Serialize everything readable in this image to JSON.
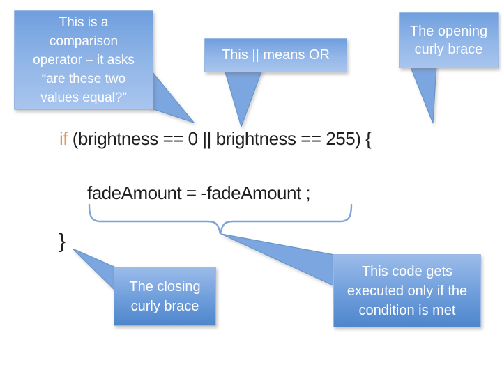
{
  "colors": {
    "callout_top_gradient_start": "#6F9FDE",
    "callout_top_gradient_end": "#A8C5EE",
    "callout_bottom_gradient_start": "#9BBCEA",
    "callout_bottom_gradient_end": "#4E86CC",
    "callout_border": "#9BB8E2",
    "pointer_fill": "#7CA6DF",
    "brace_stroke": "#7DA5D8",
    "code_text": "#1F1F1F",
    "keyword_orange": "#E0965A",
    "callout_text": "#FFFFFF",
    "background": "#FFFFFF"
  },
  "callouts": {
    "comparison": {
      "text": "This is a\ncomparison\noperator – it asks\n“are these two\nvalues equal?”"
    },
    "or": {
      "text": "This || means OR"
    },
    "opening": {
      "text": "The opening\ncurly brace"
    },
    "closing": {
      "text": "The closing\ncurly brace"
    },
    "executed": {
      "text": "This code gets\nexecuted only if the\ncondition is met"
    }
  },
  "code": {
    "line1_keyword": "if",
    "line1_rest": " (brightness == 0 || brightness == 255) {",
    "line2": "fadeAmount = -fadeAmount ;",
    "line3": "}"
  }
}
